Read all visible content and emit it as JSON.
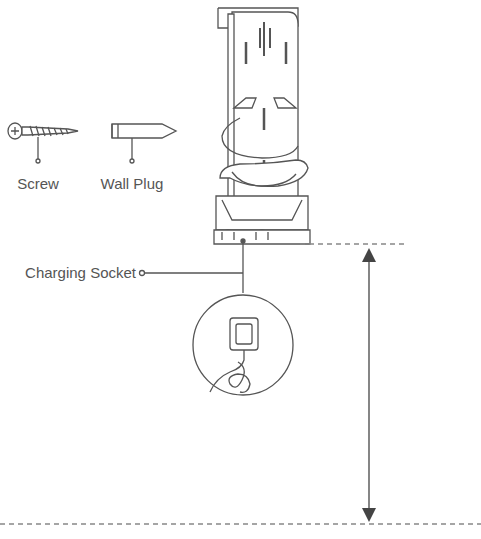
{
  "diagram": {
    "labels": [
      "Screw",
      "Wall Plug",
      "Charging Socket"
    ]
  }
}
